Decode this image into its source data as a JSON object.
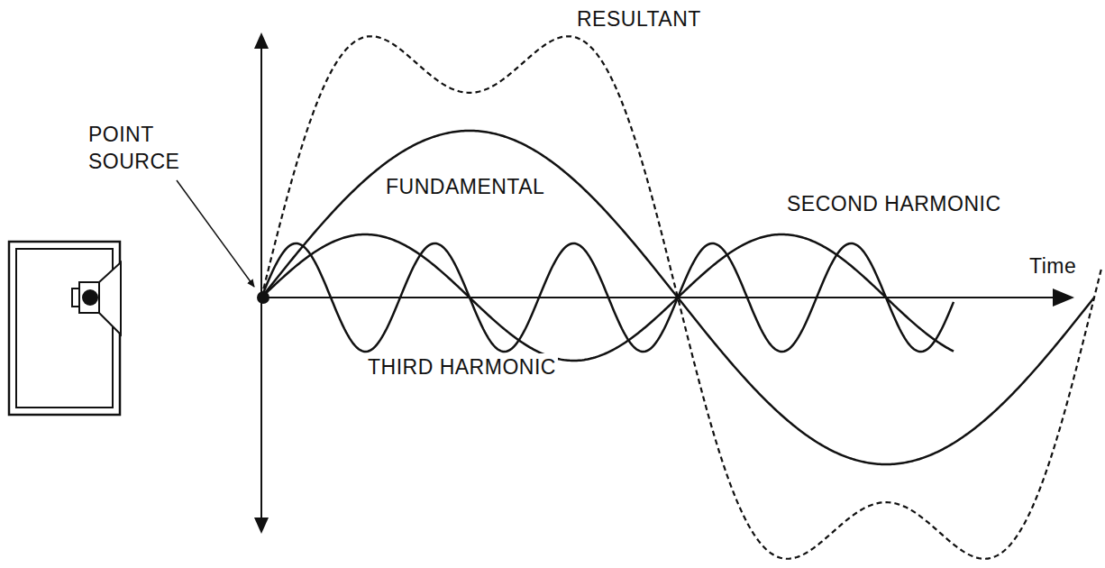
{
  "diagram": {
    "labels": [
      "RESULTANT",
      "POINT SOURCE",
      "FUNDAMENTAL",
      "SECOND HARMONIC",
      "THIRD HARMONIC",
      "Time"
    ]
  }
}
